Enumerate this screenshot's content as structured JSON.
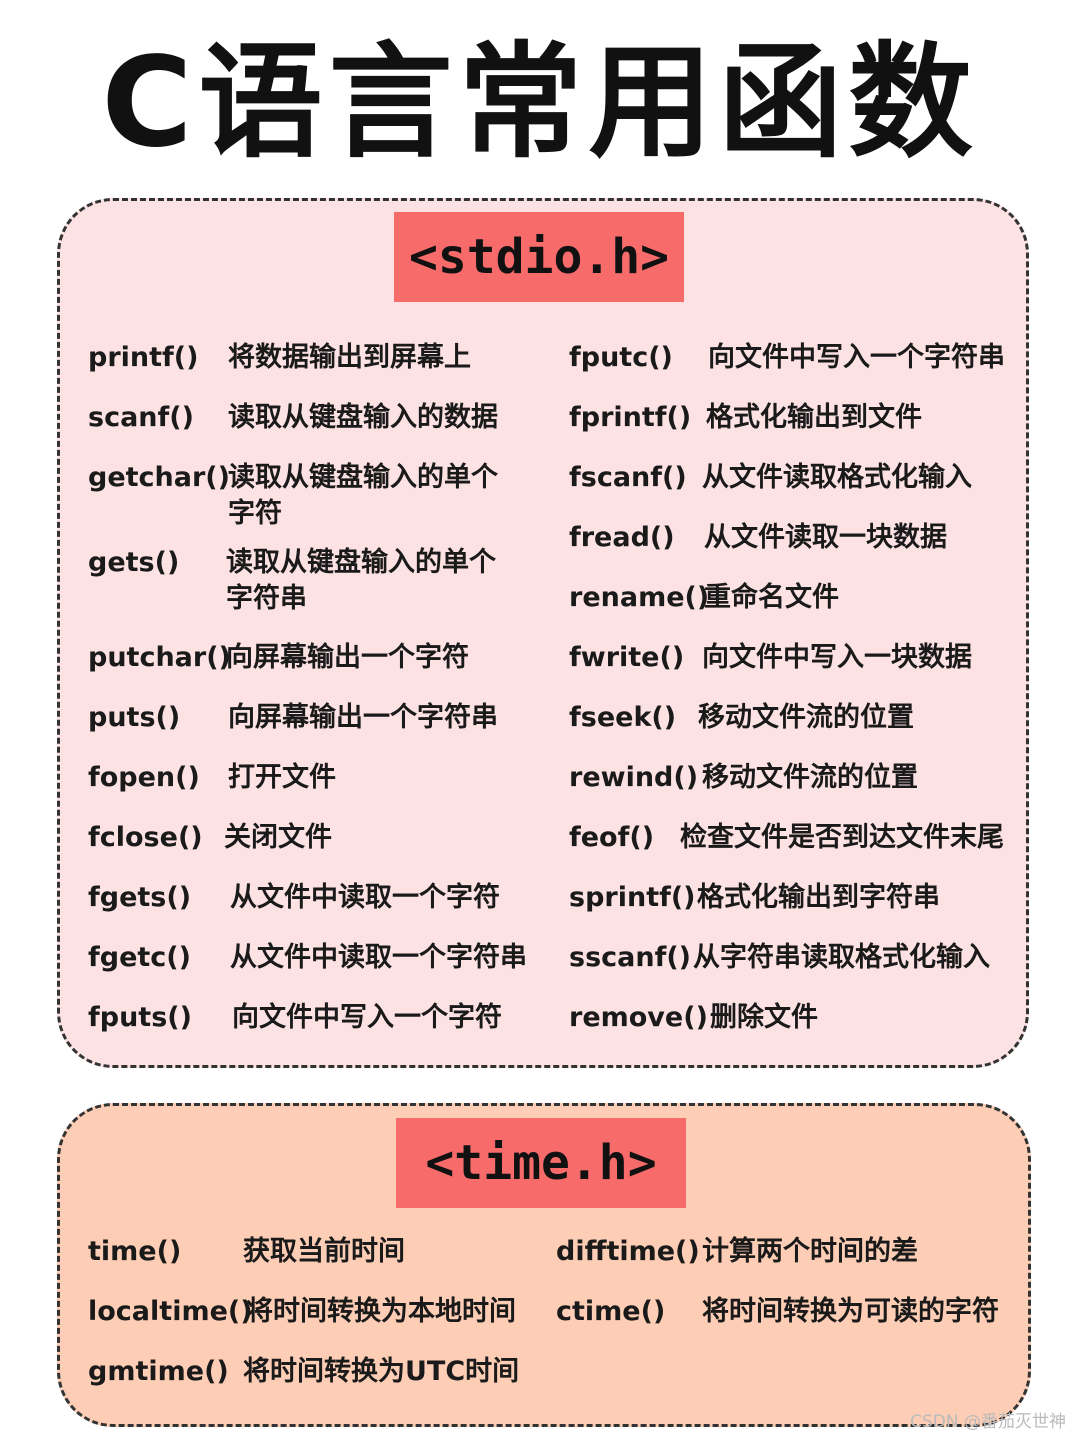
{
  "title": "C语言常用函数",
  "stdio": {
    "header": "<stdio.h>",
    "left": [
      {
        "fn": "printf()",
        "desc": "将数据输出到屏幕上"
      },
      {
        "fn": "scanf()",
        "desc": "读取从键盘输入的数据"
      },
      {
        "fn": "getchar()",
        "desc": "读取从键盘输入的单个字符"
      },
      {
        "fn": "gets()",
        "desc": "读取从键盘输入的单个字符串"
      },
      {
        "fn": "putchar()",
        "desc": "向屏幕输出一个字符"
      },
      {
        "fn": "puts()",
        "desc": "向屏幕输出一个字符串"
      },
      {
        "fn": "fopen()",
        "desc": "打开文件"
      },
      {
        "fn": "fclose()",
        "desc": "关闭文件"
      },
      {
        "fn": "fgets()",
        "desc": "从文件中读取一个字符"
      },
      {
        "fn": "fgetc()",
        "desc": "从文件中读取一个字符串"
      },
      {
        "fn": "fputs()",
        "desc": "向文件中写入一个字符"
      }
    ],
    "right": [
      {
        "fn": "fputc()",
        "desc": "向文件中写入一个字符串"
      },
      {
        "fn": "fprintf()",
        "desc": "格式化输出到文件"
      },
      {
        "fn": "fscanf()",
        "desc": "从文件读取格式化输入"
      },
      {
        "fn": "fread()",
        "desc": "从文件读取一块数据"
      },
      {
        "fn": "rename()",
        "desc": "重命名文件"
      },
      {
        "fn": "fwrite()",
        "desc": "向文件中写入一块数据"
      },
      {
        "fn": "fseek()",
        "desc": "移动文件流的位置"
      },
      {
        "fn": "rewind()",
        "desc": "移动文件流的位置"
      },
      {
        "fn": "feof()",
        "desc": "检查文件是否到达文件末尾"
      },
      {
        "fn": "sprintf()",
        "desc": "格式化输出到字符串"
      },
      {
        "fn": "sscanf()",
        "desc": "从字符串读取格式化输入"
      },
      {
        "fn": "remove()",
        "desc": "删除文件"
      }
    ]
  },
  "time": {
    "header": "<time.h>",
    "left": [
      {
        "fn": "time()",
        "desc": "获取当前时间"
      },
      {
        "fn": "localtime()",
        "desc": "将时间转换为本地时间"
      },
      {
        "fn": "gmtime()",
        "desc": "将时间转换为UTC时间"
      }
    ],
    "right": [
      {
        "fn": "difftime()",
        "desc": "计算两个时间的差"
      },
      {
        "fn": "ctime()",
        "desc": "将时间转换为可读的字符"
      }
    ]
  },
  "watermark": "CSDN @番茄灭世神"
}
